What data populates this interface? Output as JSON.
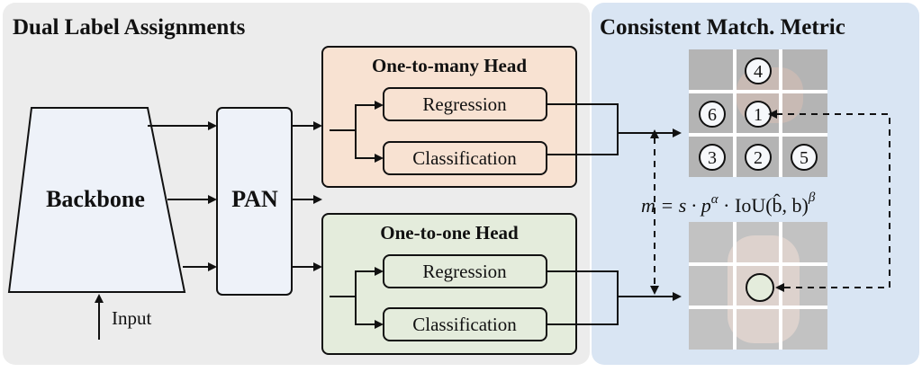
{
  "colors": {
    "left_panel_bg": "#ececec",
    "right_panel_bg": "#d9e5f3",
    "one_to_many_bg": "#f8e2d2",
    "one_to_one_bg": "#e4ecdc",
    "module_fill": "#eef2f9",
    "image_tile": "#b4b4b4"
  },
  "left_panel": {
    "title": "Dual Label Assignments"
  },
  "right_panel": {
    "title": "Consistent Match. Metric"
  },
  "backbone": {
    "label": "Backbone"
  },
  "pan": {
    "label": "PAN"
  },
  "input": {
    "label": "Input"
  },
  "one_to_many_head": {
    "title": "One-to-many Head",
    "regression": "Regression",
    "classification": "Classification"
  },
  "one_to_one_head": {
    "title": "One-to-one Head",
    "regression": "Regression",
    "classification": "Classification"
  },
  "metric": {
    "formula_main": "m = s · p",
    "alpha": "α",
    "iou_part": " · IoU(b̂, b)",
    "beta": "β"
  },
  "top_grid": {
    "ranks": [
      "4",
      "6",
      "1",
      "3",
      "2",
      "5"
    ]
  }
}
